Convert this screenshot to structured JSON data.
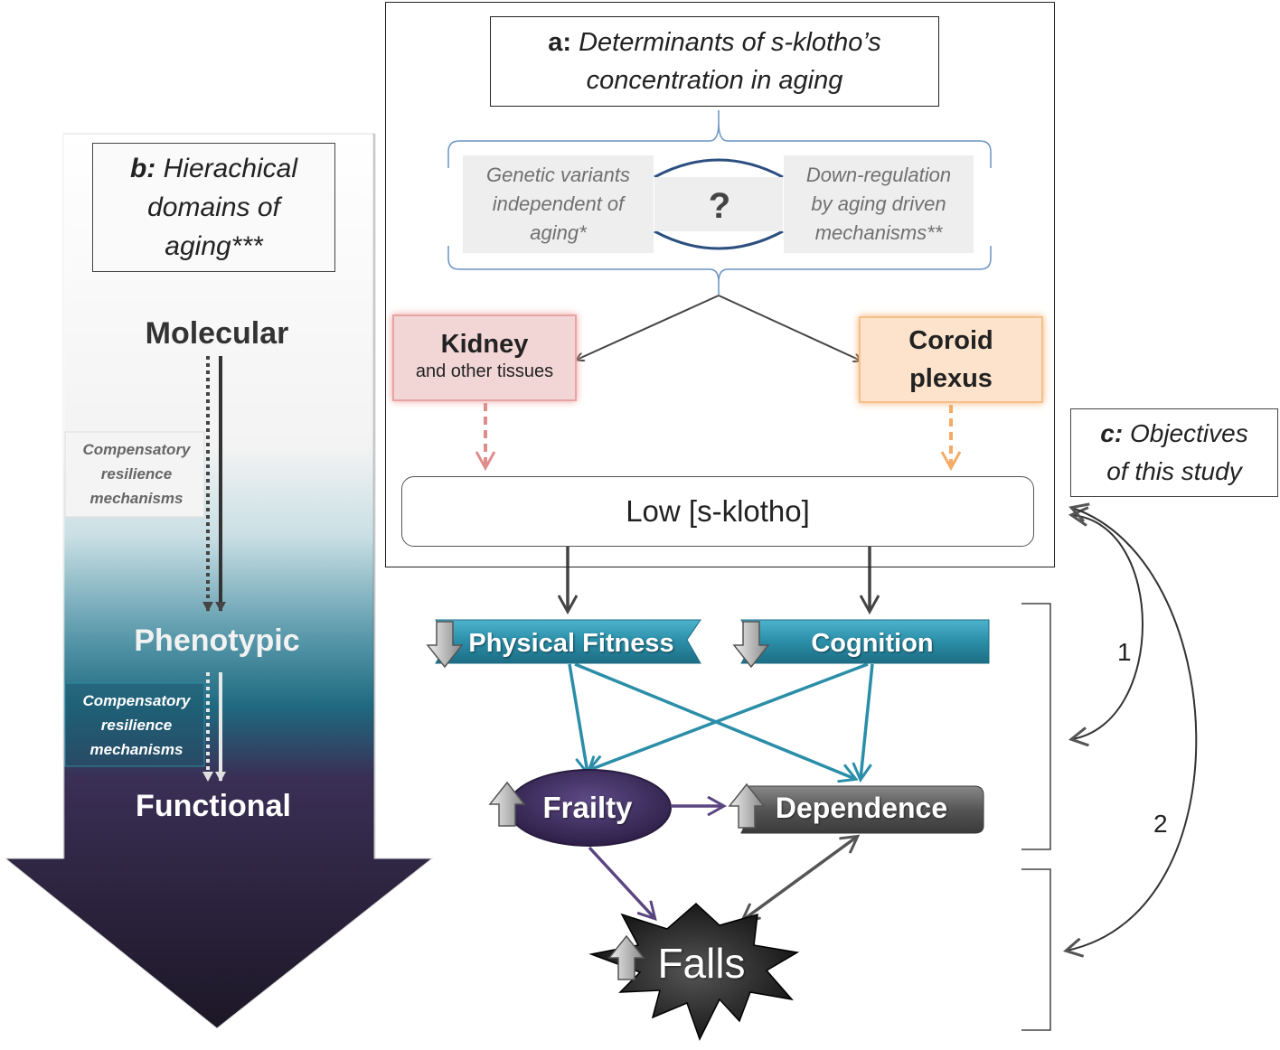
{
  "panel_a": {
    "title_letter": "a:",
    "title_line1": "Determinants of s-klotho’s",
    "title_line2": "concentration in aging",
    "genetic": [
      "Genetic variants",
      "independent of",
      "aging*"
    ],
    "question": "?",
    "downreg": [
      "Down-regulation",
      "by aging driven",
      "mechanisms**"
    ],
    "kidney_title": "Kidney",
    "kidney_sub": "and other tissues",
    "coroid": [
      "Coroid",
      "plexus"
    ],
    "sklotho": "Low [s-klotho]"
  },
  "panel_b": {
    "title_letter": "b:",
    "title_lines": [
      "Hierachical",
      "domains of",
      "aging***"
    ],
    "levels": [
      "Molecular",
      "Phenotypic",
      "Functional"
    ],
    "compensatory": [
      "Compensatory",
      "resilience",
      "mechanisms"
    ]
  },
  "panel_c": {
    "title_letter": "c:",
    "title_line1": "Objectives",
    "title_line2": "of this study",
    "objective_1": "1",
    "objective_2": "2"
  },
  "outcomes": {
    "physical_fitness": "Physical Fitness",
    "cognition": "Cognition",
    "frailty": "Frailty",
    "dependence": "Dependence",
    "falls": "Falls"
  },
  "colors": {
    "teal": "#2b8ea8",
    "purple": "#3d2b5c",
    "dark_gray": "#555555",
    "kidney": "#f2d6d6",
    "coroid": "#fde3cc"
  }
}
